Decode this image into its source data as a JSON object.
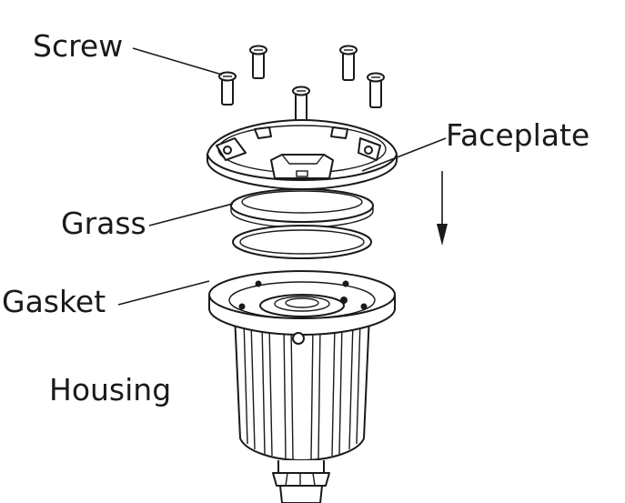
{
  "labels": {
    "screw": "Screw",
    "faceplate": "Faceplate",
    "grass": "Grass",
    "gasket": "Gasket",
    "housing": "Housing"
  }
}
